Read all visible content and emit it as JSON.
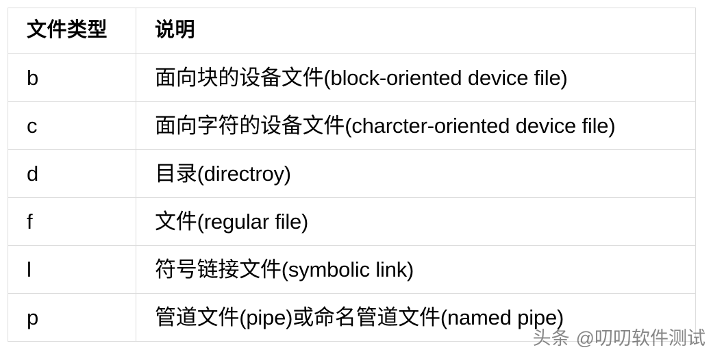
{
  "table": {
    "headers": [
      "文件类型",
      "说明"
    ],
    "rows": [
      {
        "type": "b",
        "description": "面向块的设备文件(block-oriented device file)"
      },
      {
        "type": "c",
        "description": "面向字符的设备文件(charcter-oriented device file)"
      },
      {
        "type": "d",
        "description": "目录(directroy)"
      },
      {
        "type": "f",
        "description": "文件(regular file)"
      },
      {
        "type": "l",
        "description": "符号链接文件(symbolic link)"
      },
      {
        "type": "p",
        "description": "管道文件(pipe)或命名管道文件(named pipe)"
      }
    ]
  },
  "watermark": {
    "platform": "头条",
    "handle": "@叨叨软件测试"
  },
  "colors": {
    "background": "#ffffff",
    "border": "#dddddd",
    "text": "#000000",
    "watermark": "#5a5a5a"
  }
}
